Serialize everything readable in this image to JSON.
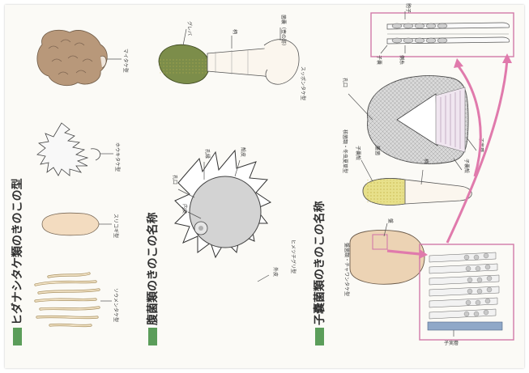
{
  "sections": {
    "left_title": "ヒダナシタケ類のきのこの型",
    "middle_title": "腹菌類のきのこの名称",
    "right_title": "子嚢菌類のきのこの名称"
  },
  "left_labels": {
    "maitake": "マイタケ型",
    "hoki": "ホウキタケ型",
    "suriko": "スリコギ型",
    "sorohan": "ソウメンタケ型"
  },
  "top_labels": {
    "gleba": "グレバ",
    "stem": "柄",
    "volva": "菌嚢（壺の跡）",
    "type": "スッポンタケ型"
  },
  "middle_labels": {
    "peristome": "孔口",
    "gleba2": "孔縁",
    "peridium": "殻皮",
    "endo": "内皮",
    "exo": "外皮",
    "type": "ヒメツチグリ型"
  },
  "right_labels": {
    "spore": "胞子",
    "ascus": "子嚢",
    "paraphysis": "側糸",
    "ostiole": "孔口",
    "perithecium": "子嚢殻",
    "hymenium": "子実層",
    "head": "子嚢殻",
    "stipe": "柄",
    "cordyceps": "核菌類・冬虫夏草型",
    "mid_label": "盤菌",
    "disc": "盤",
    "apothecium": "盤菌類・チャワンタケ型",
    "section_label": "子実層"
  }
}
